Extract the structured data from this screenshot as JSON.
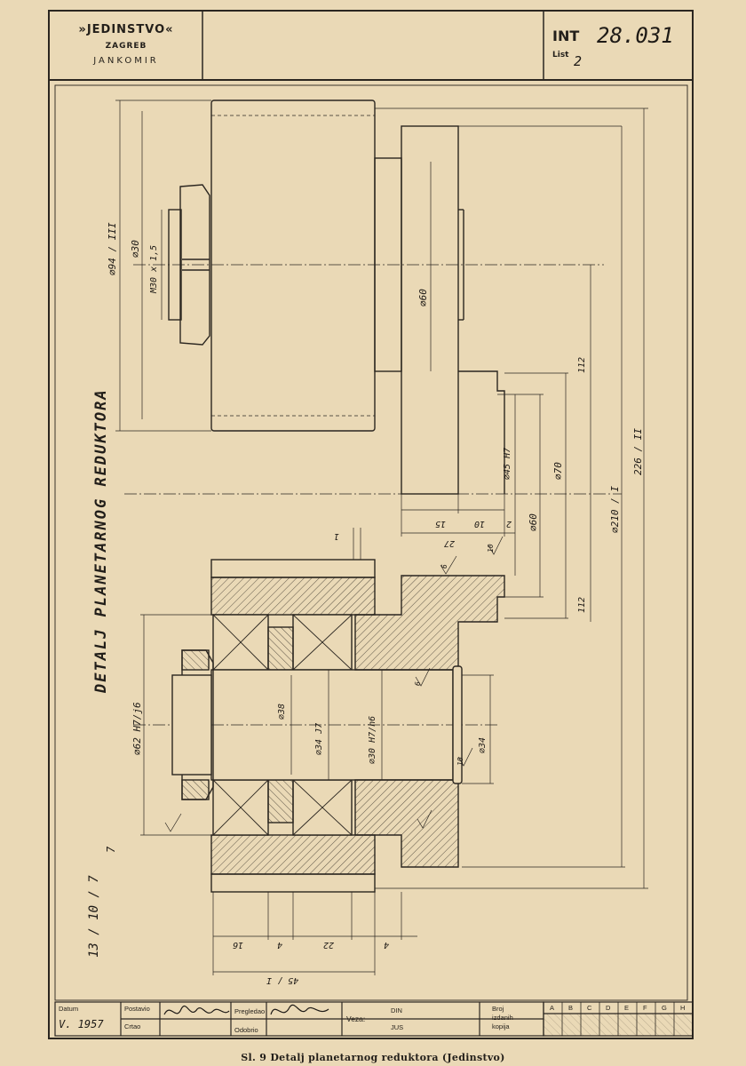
{
  "header": {
    "company_line1": "»JEDINSTVO«",
    "company_line2": "ZAGREB",
    "company_line3": "JANKOMIR",
    "int_label": "INT",
    "drawing_number": "28.031",
    "list_label": "List",
    "list_number": "2"
  },
  "drawing": {
    "title": "DETALJ PLANETARNOG REDUKTORA",
    "dims": {
      "d94": "⌀94 / III",
      "d30": "⌀30",
      "m30": "M30 x 1,5",
      "d60_top": "⌀60",
      "d45": "⌀45 H7",
      "d70": "⌀70",
      "d60_mid": "⌀60",
      "d210": "⌀210 / I",
      "d226": "226 / II",
      "h112_top": "112",
      "h112_bot": "112",
      "w15": "15",
      "w10": "10",
      "w2": "2",
      "w27": "27",
      "w1": "1",
      "d62": "⌀62 H7/j6",
      "d38": "⌀38",
      "d34_pin": "⌀34 J7",
      "d30h7": "⌀30 H7/h6",
      "d34": "⌀34",
      "b16": "16",
      "b4a": "4",
      "b22": "22",
      "b4b": "4",
      "total45": "45 / I",
      "rough_a": "10",
      "rough_b": "10",
      "rough_c": "6",
      "rough_d": "6",
      "rough_sym": "7",
      "rough_note": "13 / 10 / 7"
    }
  },
  "title_block": {
    "datum_label": "Datum",
    "datum_value": "V. 1957",
    "postavio_label": "Postavio",
    "crtao_label": "Crtao",
    "pregledao_label": "Pregledao",
    "odobrio_label": "Odobrio",
    "veza_label": "Veza:",
    "din_label": "DIN",
    "jus_label": "JUS",
    "broj_label1": "Broj",
    "broj_label2": "izdanih",
    "broj_label3": "kopija",
    "letters": [
      "A",
      "B",
      "C",
      "D",
      "E",
      "F",
      "G",
      "H"
    ]
  },
  "caption": "Sl. 9  Detalj planetarnog reduktora  (Jedinstvo)"
}
